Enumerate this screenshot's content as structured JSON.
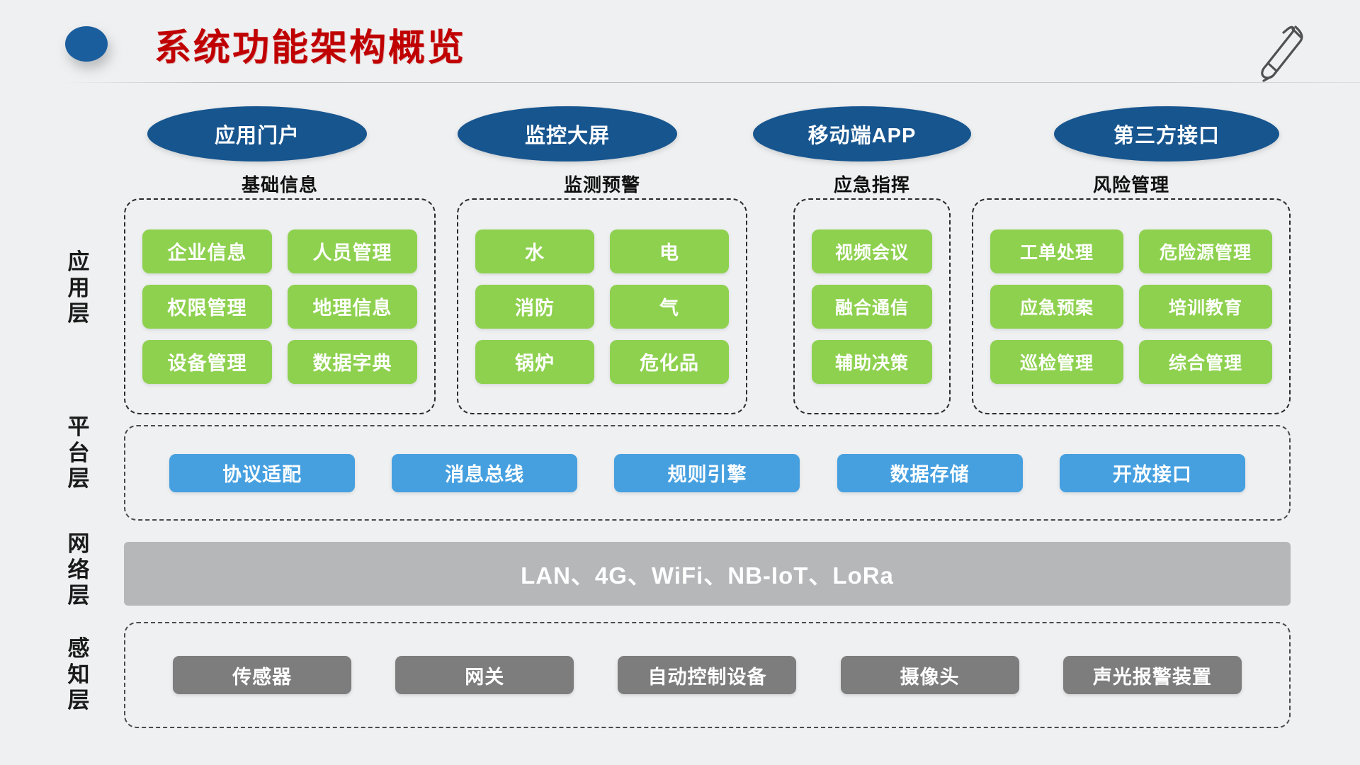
{
  "header": {
    "title": "系统功能架构概览",
    "bullet_color": "#1b5e9e",
    "title_color": "#c00000",
    "pen_icon": "pen-icon"
  },
  "layer_labels": {
    "application": "应用层",
    "platform": "平台层",
    "network": "网络层",
    "sensing": "感知层"
  },
  "portals": [
    {
      "label": "应用门户"
    },
    {
      "label": "监控大屏"
    },
    {
      "label": "移动端APP"
    },
    {
      "label": "第三方接口"
    }
  ],
  "portal_color": "#17558f",
  "application_layer": {
    "chip_color": "#8ed14f",
    "groups": [
      {
        "title": "基础信息",
        "rows": [
          [
            "企业信息",
            "人员管理"
          ],
          [
            "权限管理",
            "地理信息"
          ],
          [
            "设备管理",
            "数据字典"
          ]
        ]
      },
      {
        "title": "监测预警",
        "rows": [
          [
            "水",
            "电"
          ],
          [
            "消防",
            "气"
          ],
          [
            "锅炉",
            "危化品"
          ]
        ]
      },
      {
        "title": "应急指挥",
        "rows": [
          [
            "视频会议"
          ],
          [
            "融合通信"
          ],
          [
            "辅助决策"
          ]
        ]
      },
      {
        "title": "风险管理",
        "rows": [
          [
            "工单处理",
            "危险源管理"
          ],
          [
            "应急预案",
            "培训教育"
          ],
          [
            "巡检管理",
            "综合管理"
          ]
        ]
      }
    ]
  },
  "platform_layer": {
    "chip_color": "#46a0e0",
    "items": [
      "协议适配",
      "消息总线",
      "规则引擎",
      "数据存储",
      "开放接口"
    ]
  },
  "network_layer": {
    "bar_color": "#b6b7b9",
    "text": "LAN、4G、WiFi、NB-IoT、LoRa"
  },
  "sensing_layer": {
    "chip_color": "#7d7d7d",
    "items": [
      "传感器",
      "网关",
      "自动控制设备",
      "摄像头",
      "声光报警装置"
    ]
  }
}
